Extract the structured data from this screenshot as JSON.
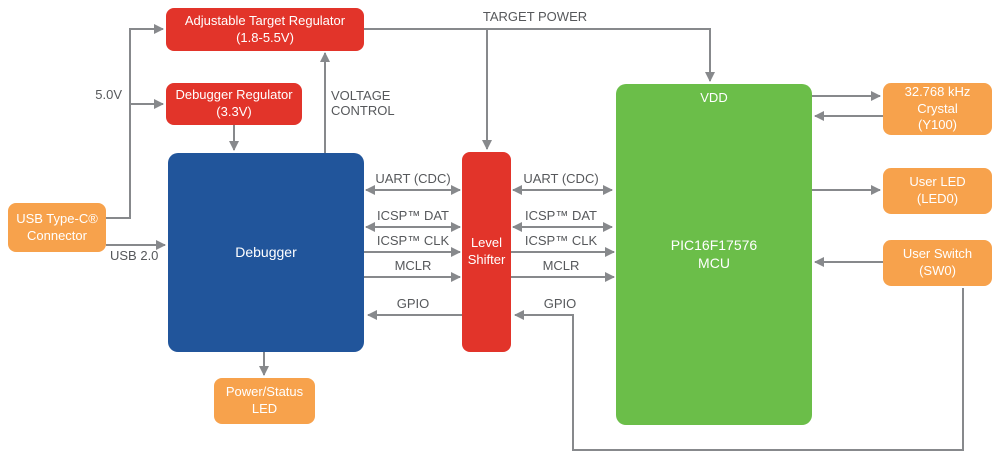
{
  "blocks": {
    "adj_reg": {
      "line1": "Adjustable Target Regulator",
      "line2": "(1.8-5.5V)"
    },
    "dbg_reg": {
      "line1": "Debugger Regulator",
      "line2": "(3.3V)"
    },
    "usb": {
      "line1": "USB Type-C®",
      "line2": "Connector"
    },
    "debugger": {
      "label": "Debugger"
    },
    "shifter": {
      "line1": "Level",
      "line2": "Shifter"
    },
    "mcu": {
      "vdd": "VDD",
      "line1": "PIC16F17576",
      "line2": "MCU"
    },
    "crystal": {
      "line1": "32.768 kHz",
      "line2": "Crystal",
      "line3": "(Y100)"
    },
    "led": {
      "line1": "User LED",
      "line2": "(LED0)"
    },
    "switch": {
      "line1": "User Switch",
      "line2": "(SW0)"
    },
    "pwr_led": {
      "line1": "Power/Status",
      "line2": "LED"
    }
  },
  "labels": {
    "target_power": "TARGET POWER",
    "v5": "5.0V",
    "voltage_line1": "VOLTAGE",
    "voltage_line2": "CONTROL",
    "usb2": "USB 2.0",
    "uart_left": "UART (CDC)",
    "uart_right": "UART (CDC)",
    "icsp_dat_left": "ICSP™ DAT",
    "icsp_dat_right": "ICSP™ DAT",
    "icsp_clk_left": "ICSP™ CLK",
    "icsp_clk_right": "ICSP™ CLK",
    "mclr_left": "MCLR",
    "mclr_right": "MCLR",
    "gpio_left": "GPIO",
    "gpio_right": "GPIO"
  },
  "colors": {
    "red": "#e2342a",
    "orange": "#f7a24c",
    "blue": "#21559b",
    "green": "#6bbe49",
    "wire": "#87898c",
    "label_text": "#56585b"
  }
}
